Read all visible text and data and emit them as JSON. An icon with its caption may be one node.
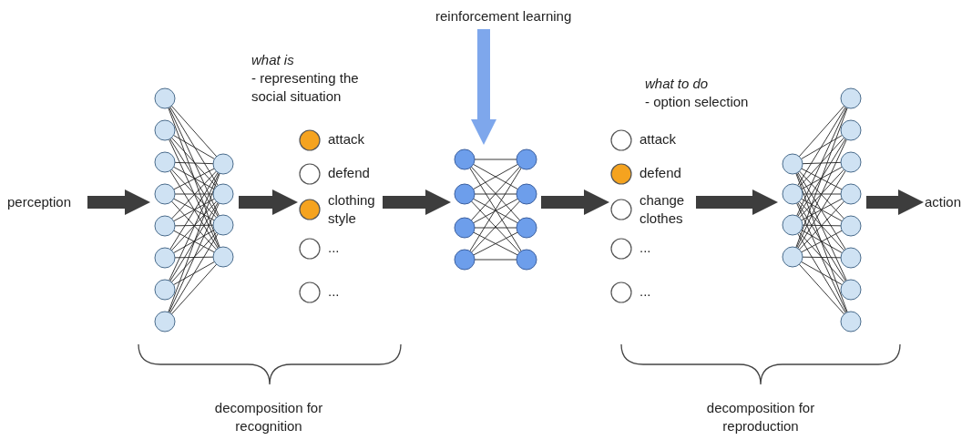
{
  "diagram": {
    "nodes": [
      {
        "text": [
          "perception"
        ]
      },
      {
        "text": [],
        "shape": "picture"
      },
      {
        "text": [],
        "shape": "circle",
        "beside": [
          "attack"
        ]
      },
      {
        "text": [],
        "shape": "circle",
        "beside": [
          "defend"
        ]
      },
      {
        "text": [],
        "shape": "circle",
        "beside": [
          "clothing style"
        ]
      },
      {
        "text": [],
        "shape": "circle",
        "beside": [
          "..."
        ]
      },
      {
        "text": [],
        "shape": "circle",
        "beside": [
          "..."
        ]
      },
      {
        "text": [
          "reinforcement learning"
        ]
      },
      {
        "text": [],
        "shape": "picture"
      },
      {
        "text": [],
        "shape": "circle",
        "beside": [
          "attack"
        ]
      },
      {
        "text": [],
        "shape": "circle",
        "beside": [
          "defend"
        ]
      },
      {
        "text": [],
        "shape": "circle",
        "beside": [
          "change clothes"
        ]
      },
      {
        "text": [],
        "shape": "circle",
        "beside": [
          "..."
        ]
      },
      {
        "text": [],
        "shape": "circle",
        "beside": [
          "..."
        ]
      },
      {
        "text": [],
        "shape": "picture"
      },
      {
        "text": [
          "action"
        ]
      }
    ],
    "edges": [
      {
        "from": 0,
        "to": 1,
        "arrow": "to"
      },
      {
        "from": 1,
        "to": 4,
        "arrow": "to"
      },
      {
        "from": 4,
        "to": 8,
        "arrow": "to"
      },
      {
        "from": 7,
        "to": 8,
        "arrow": "to",
        "color": "#7ea7ec"
      },
      {
        "from": 8,
        "to": 11,
        "arrow": "to"
      },
      {
        "from": 11,
        "to": 14,
        "arrow": "to"
      },
      {
        "from": 14,
        "to": 15,
        "arrow": "to"
      }
    ],
    "labels": [
      "what is",
      "- representing the social situation",
      "what to do",
      "- option selection",
      "decomposition for recognition",
      "decomposition for reproduction"
    ]
  }
}
